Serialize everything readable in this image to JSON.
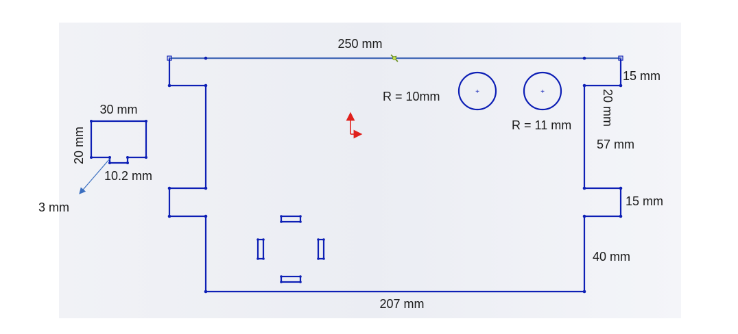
{
  "dimensions": {
    "top_width": "250 mm",
    "bottom_width": "207 mm",
    "right_notch_top": "15 mm",
    "right_notch_bottom": "15 mm",
    "right_step_vertical": "20 mm",
    "right_section_height": "57 mm",
    "right_lower_height": "40 mm",
    "hole_left_radius": "R = 10mm",
    "hole_right_radius": "R = 11 mm",
    "detail_width": "30 mm",
    "detail_height": "20 mm",
    "detail_slot_width": "10.2 mm",
    "detail_slot_depth": "3 mm"
  },
  "colors": {
    "sketch_line": "#0d1fb5",
    "background_gradient_start": "#eef0f6",
    "background_gradient_end": "#f8f9fb",
    "origin_axis": "#e0201c",
    "construction_line": "#3a6fc0"
  },
  "icons": {
    "origin": "origin-axes-icon",
    "hole_center": "center-mark-icon"
  }
}
